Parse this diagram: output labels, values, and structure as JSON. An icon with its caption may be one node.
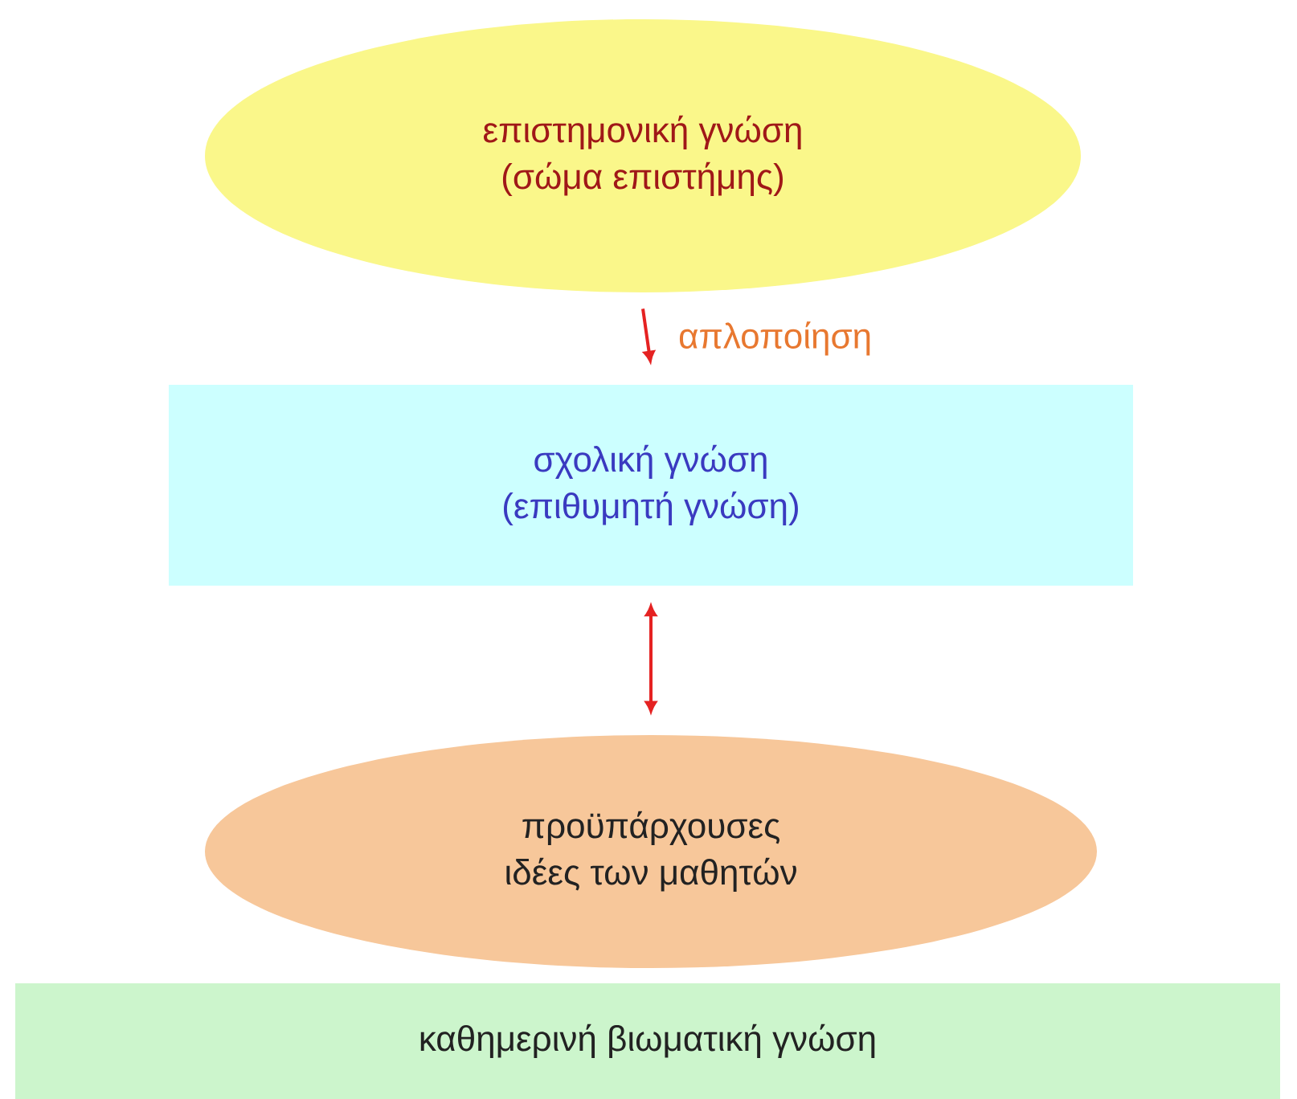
{
  "diagram": {
    "nodes": [
      {
        "text": [
          "επιστημονική γνώση",
          "(σώμα επιστήμης)"
        ]
      },
      {
        "text": [
          "σχολική γνώση",
          "(επιθυμητή γνώση)"
        ]
      },
      {
        "text": [
          "προϋπάρχουσες",
          "ιδέες των μαθητών"
        ]
      },
      {
        "text": [
          "καθημερινή βιωματική γνώση"
        ]
      }
    ],
    "edges": [
      {
        "from": 0,
        "to": 1,
        "arrow": "to",
        "label": "απλοποίηση"
      },
      {
        "from": 1,
        "to": 2,
        "arrow": "both"
      }
    ]
  }
}
